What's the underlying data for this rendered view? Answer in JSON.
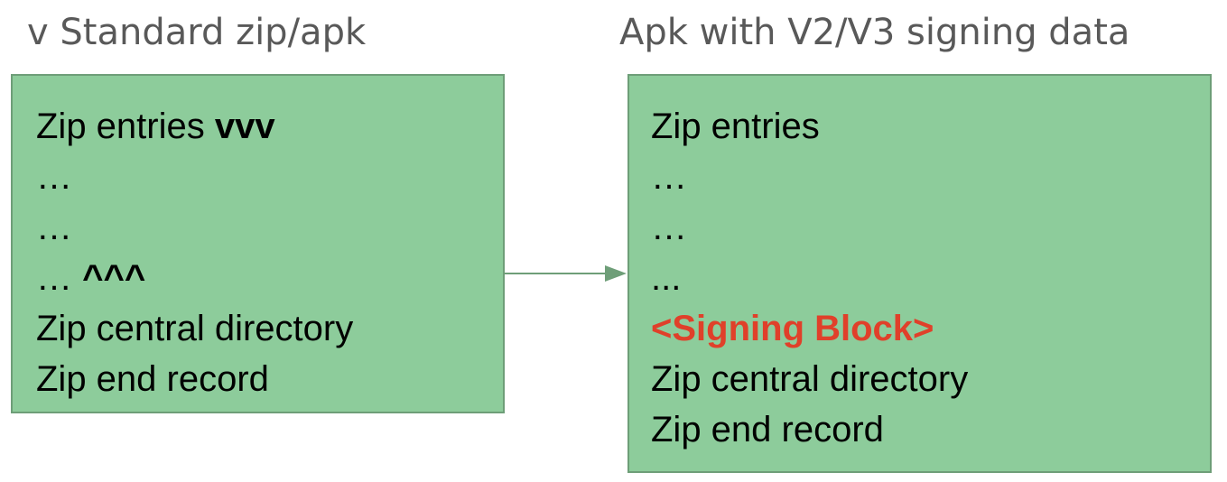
{
  "left": {
    "title": "v Standard zip/apk",
    "lines": [
      {
        "text": "Zip entries ",
        "bold": "vvv"
      },
      {
        "text": "…",
        "bold": ""
      },
      {
        "text": "…",
        "bold": ""
      },
      {
        "text": "… ",
        "bold": "^^^"
      },
      {
        "text": "Zip central directory",
        "bold": ""
      },
      {
        "text": "Zip end record",
        "bold": ""
      }
    ]
  },
  "right": {
    "title": "Apk with V2/V3 signing data",
    "lines": [
      {
        "text": "Zip entries"
      },
      {
        "text": "…"
      },
      {
        "text": "…"
      },
      {
        "text": "..."
      },
      {
        "text": "<Signing Block>",
        "highlight": true
      },
      {
        "text": "Zip central directory"
      },
      {
        "text": "Zip end record"
      }
    ]
  },
  "colors": {
    "box_fill": "#8dcc9b",
    "box_border": "#6e9e78",
    "title_text": "#595959",
    "highlight_text": "#e0402a",
    "arrow": "#6e9e78"
  }
}
